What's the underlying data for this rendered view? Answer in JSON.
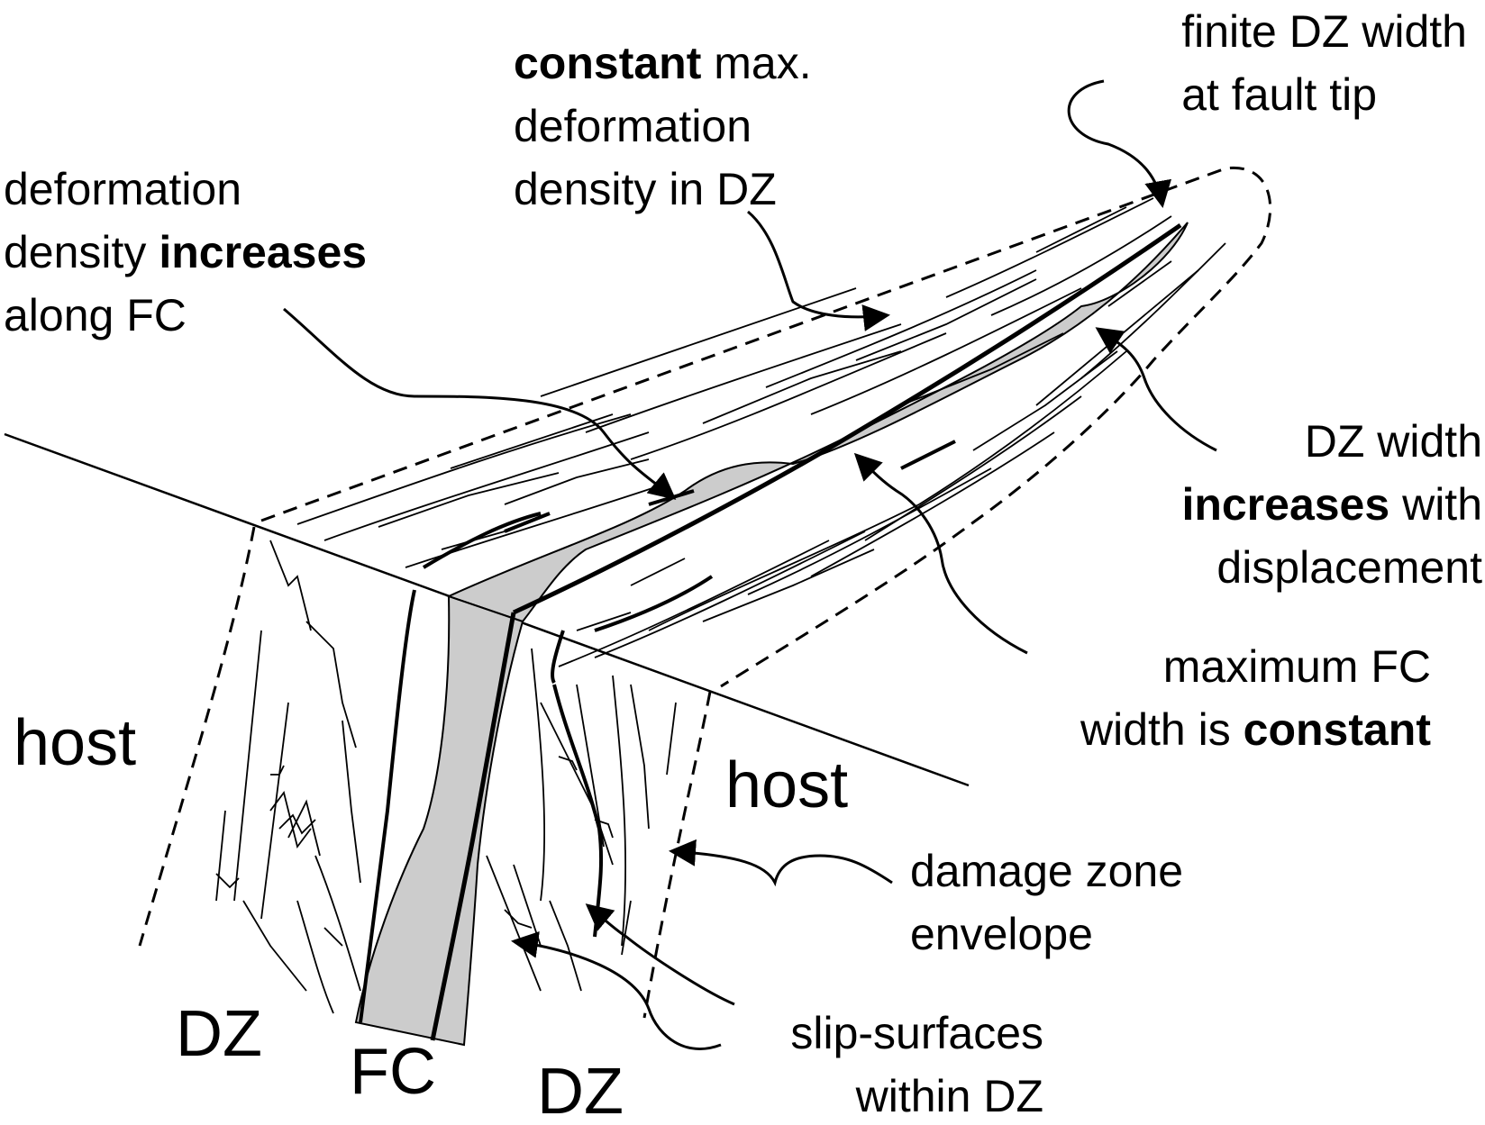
{
  "labels": {
    "finite_dz_width": {
      "l1": "finite DZ width",
      "l2": "at fault tip"
    },
    "constant_density": {
      "l1_bold": "constant",
      "l1_rest": " max.",
      "l2": "deformation",
      "l3": "density in DZ"
    },
    "density_increases": {
      "l1": "deformation",
      "l2_pre": "density ",
      "l2_bold": "increases",
      "l3": "along FC"
    },
    "dz_width_increases": {
      "l1": "DZ width",
      "l2_bold": "increases",
      "l2_rest": " with",
      "l3": "displacement"
    },
    "fc_width_constant": {
      "l1": "maximum FC",
      "l2_pre": "width is ",
      "l2_bold": "constant"
    },
    "damage_envelope": {
      "l1": "damage zone",
      "l2": "envelope"
    },
    "slip_surfaces": {
      "l1": "slip-surfaces",
      "l2": "within DZ"
    },
    "host_left": "host",
    "host_right": "host",
    "dz_left": "DZ",
    "dz_right": "DZ",
    "fc": "FC"
  },
  "colors": {
    "ink": "#000000",
    "fault_core_fill": "#cccccc",
    "background": "#ffffff"
  }
}
